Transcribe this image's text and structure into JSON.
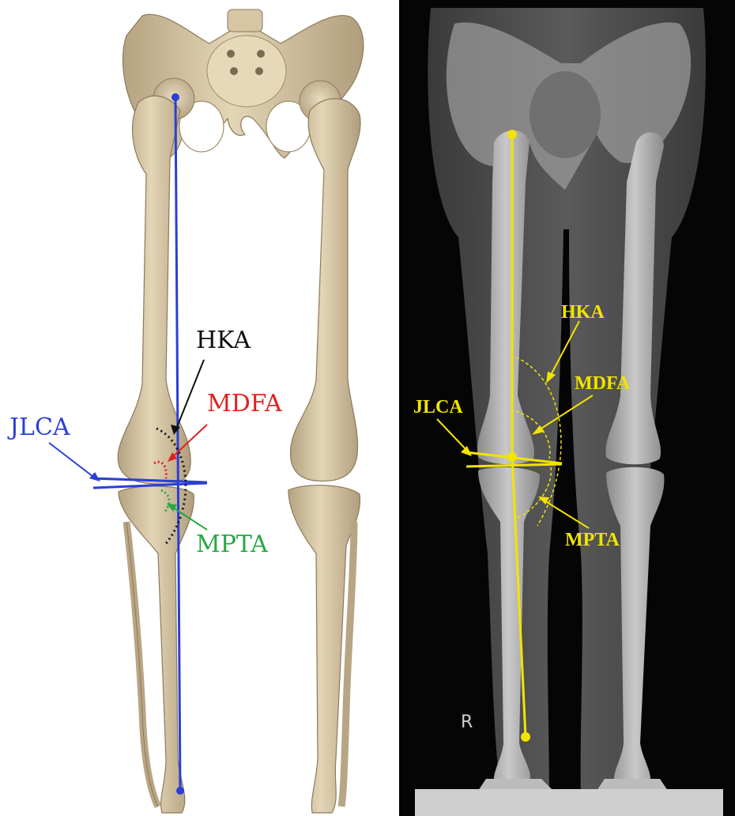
{
  "left_panel": {
    "labels": {
      "hka": "HKA",
      "mdfa": "MDFA",
      "jlca": "JLCA",
      "mpta": "MPTA"
    },
    "colors": {
      "bone": "#d9c9a8",
      "bone_shadow": "#a8977a",
      "axis_line": "#2b3fd6",
      "hka_label": "#111111",
      "mdfa_label": "#e0211f",
      "jlca_label": "#2b3fd6",
      "mpta_label": "#27a745"
    }
  },
  "right_panel": {
    "labels": {
      "hka": "HKA",
      "mdfa": "MDFA",
      "jlca": "JLCA",
      "mpta": "MPTA",
      "side_marker": "R"
    },
    "colors": {
      "background": "#000000",
      "bone": "#d6d6d6",
      "annotation": "#f2e400"
    }
  }
}
